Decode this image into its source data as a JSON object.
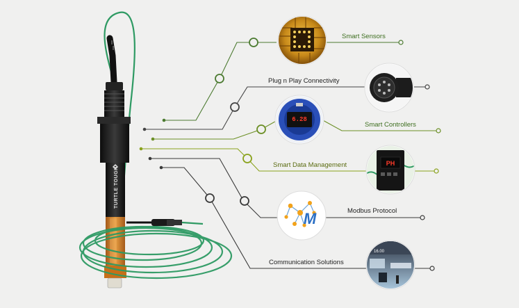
{
  "features": [
    {
      "label": "Smart Sensors",
      "icon": "circuit-chip-icon"
    },
    {
      "label": "Plug n Play Connectivity",
      "icon": "connector-plug-icon"
    },
    {
      "label": "Smart Controllers",
      "icon": "controller-display-icon"
    },
    {
      "label": "Smart Data Management",
      "icon": "data-panel-icon"
    },
    {
      "label": "Modbus Protocol",
      "icon": "modbus-logo-icon"
    },
    {
      "label": "Communication Solutions",
      "icon": "dashboard-screen-icon"
    }
  ],
  "device": {
    "brand": "TURTLE TOUGH",
    "controller_reading": "6.28",
    "panel_reading": "PH",
    "colors": {
      "sensor_body": "#1c1c1c",
      "cable": "#2e9a63",
      "tip": "#c8741f"
    }
  },
  "colors": {
    "line_dark": "#4a4a4a",
    "line_green": "#3e7a2a",
    "line_olive": "#8aa21c",
    "background": "#f0f0ef"
  }
}
